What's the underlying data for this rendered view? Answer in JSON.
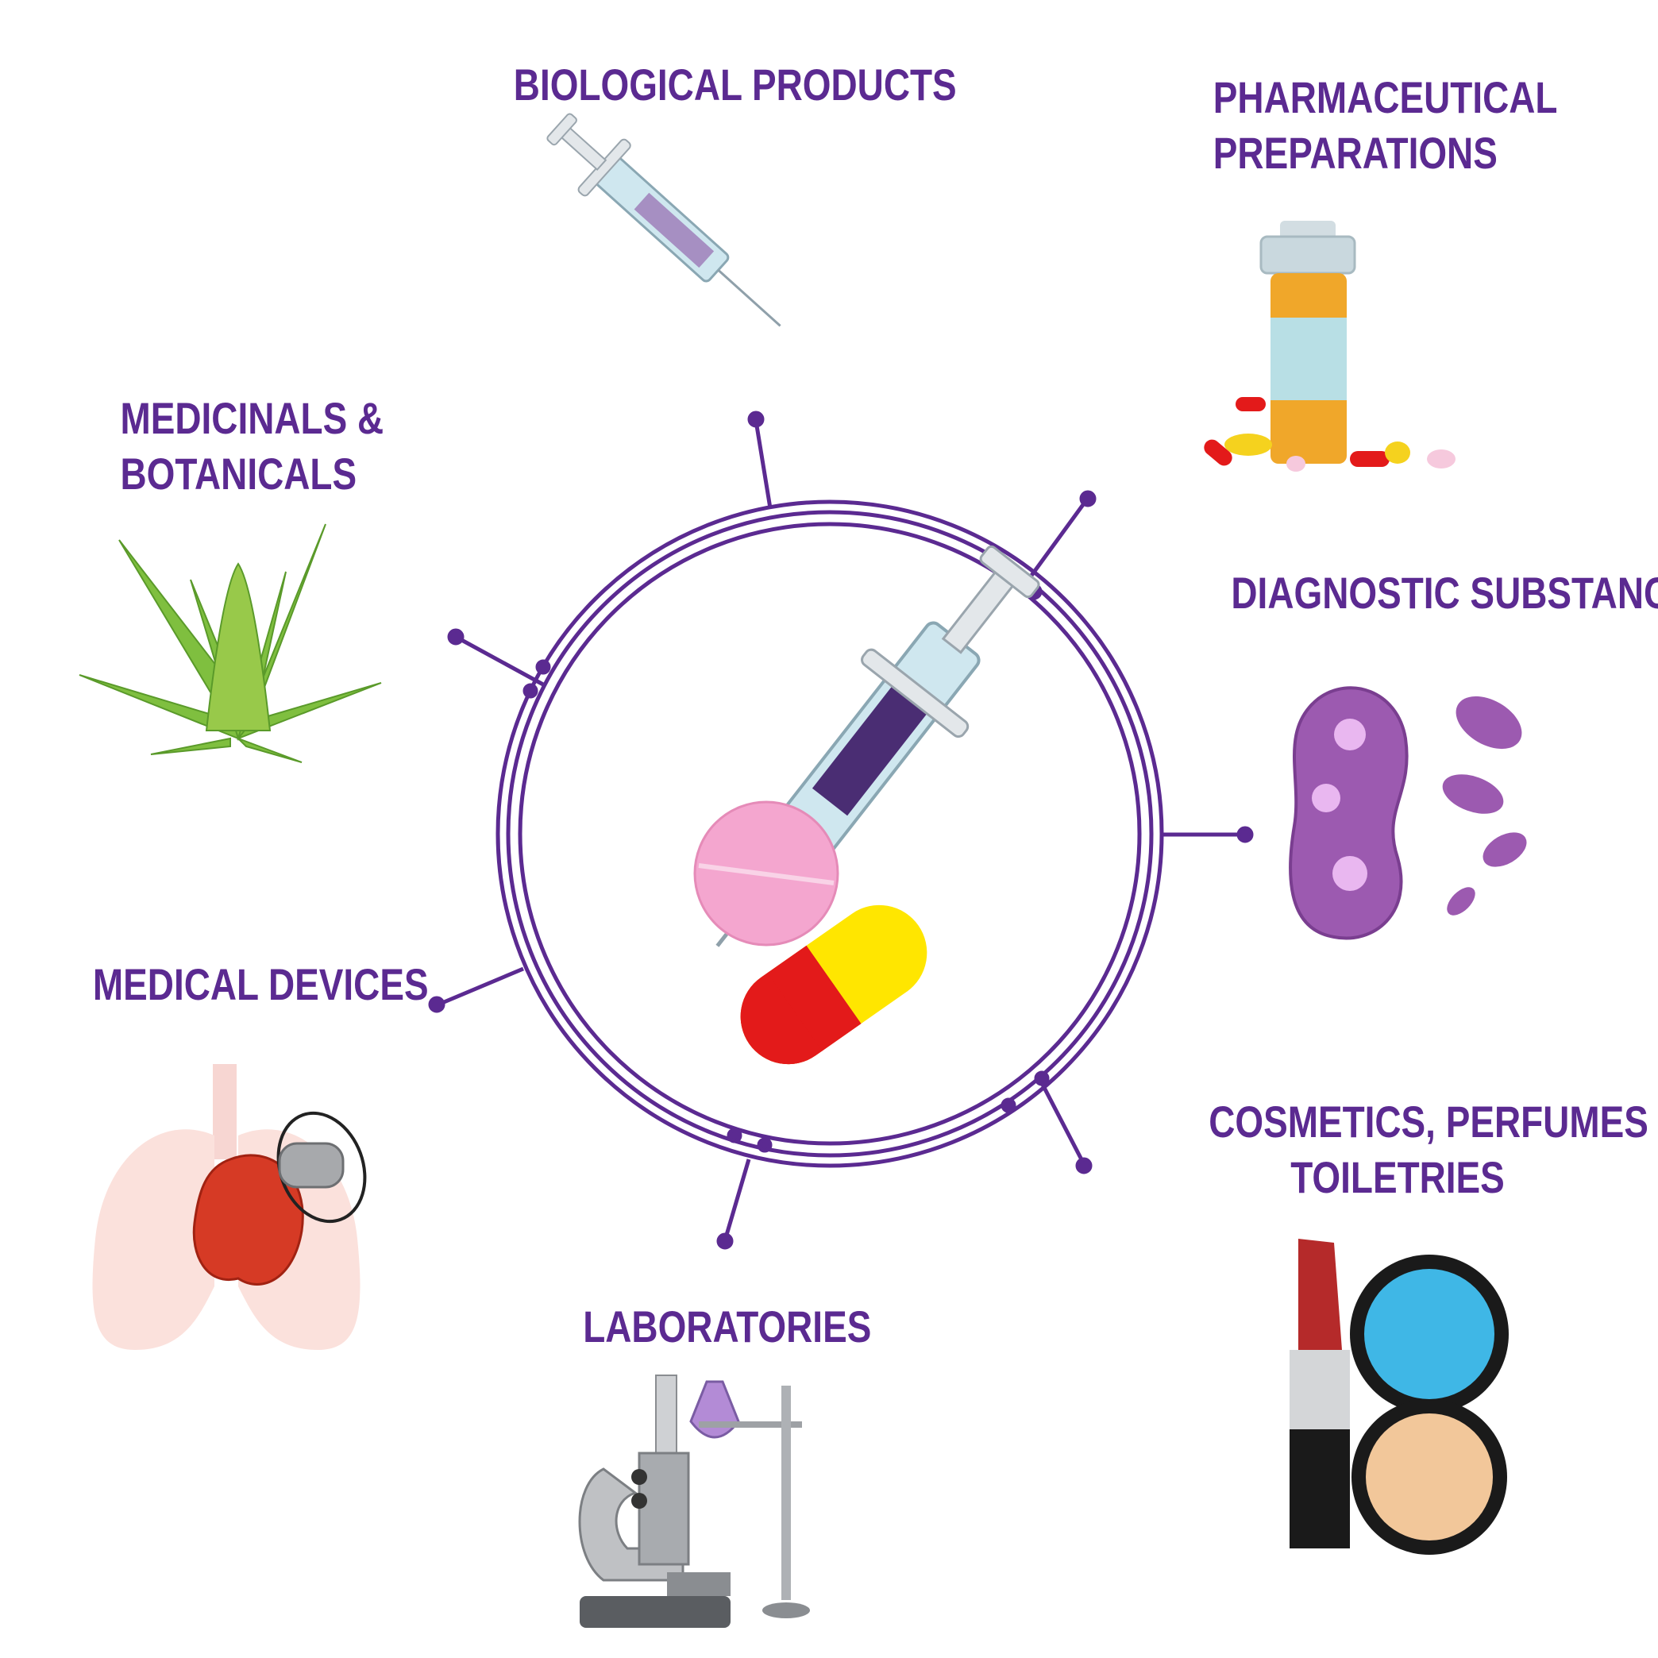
{
  "colors": {
    "accent": "#5b2a91",
    "background": "#ffffff"
  },
  "categories": {
    "biological_products": {
      "lines": [
        "BIOLOGICAL PRODUCTS"
      ],
      "icon": "syringe-icon"
    },
    "pharmaceutical_preparations": {
      "lines": [
        "PHARMACEUTICAL",
        "PREPARATIONS"
      ],
      "icon": "pill-bottle-icon"
    },
    "medicinals_botanicals": {
      "lines": [
        "MEDICINALS &",
        "BOTANICALS"
      ],
      "icon": "aloe-plant-icon"
    },
    "diagnostic_substances": {
      "lines": [
        "DIAGNOSTIC SUBSTANCES"
      ],
      "icon": "bacteria-icon"
    },
    "medical_devices": {
      "lines": [
        "MEDICAL DEVICES"
      ],
      "icon": "pacemaker-icon"
    },
    "cosmetics_perfumes_toiletries": {
      "lines": [
        "COSMETICS, PERFUMES &",
        "TOILETRIES"
      ],
      "icon": "makeup-icon"
    },
    "laboratories": {
      "lines": [
        "LABORATORIES"
      ],
      "icon": "microscope-icon"
    }
  },
  "center": {
    "icon": "syringe-and-pills-icon"
  }
}
